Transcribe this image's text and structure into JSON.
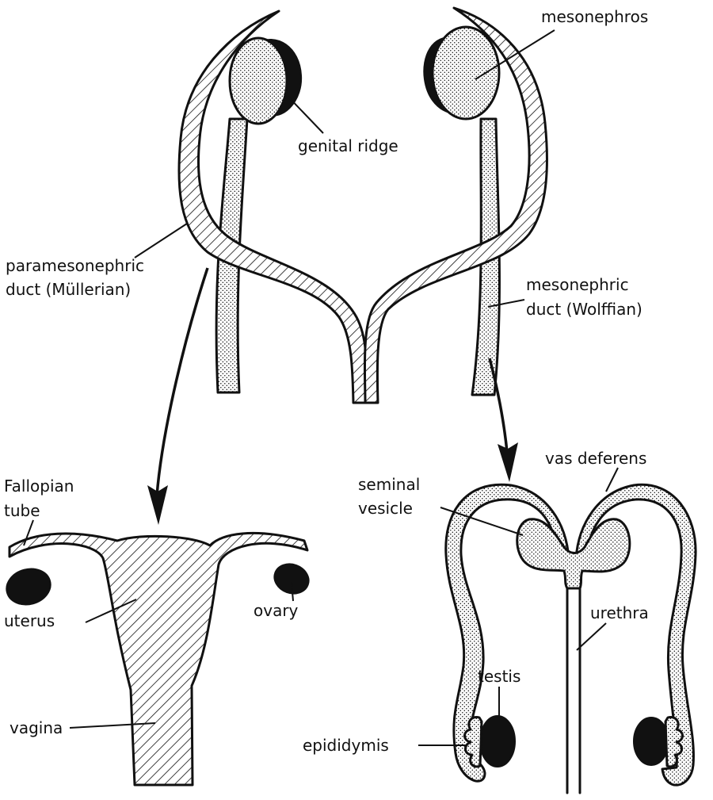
{
  "labels": {
    "mesonephros": "mesonephros",
    "genital_ridge": "genital ridge",
    "paramesonephric_1": "paramesonephric",
    "paramesonephric_2": "duct (Müllerian)",
    "mesonephric_1": "mesonephric",
    "mesonephric_2": "duct (Wolffian)",
    "fallopian_1": "Fallopian",
    "fallopian_2": "tube",
    "uterus": "uterus",
    "ovary": "ovary",
    "vagina": "vagina",
    "vas_deferens": "vas deferens",
    "seminal_1": "seminal",
    "seminal_2": "vesicle",
    "urethra": "urethra",
    "testis": "testis",
    "epididymis": "epididymis"
  },
  "colors": {
    "ink": "#111111",
    "background": "#ffffff"
  }
}
